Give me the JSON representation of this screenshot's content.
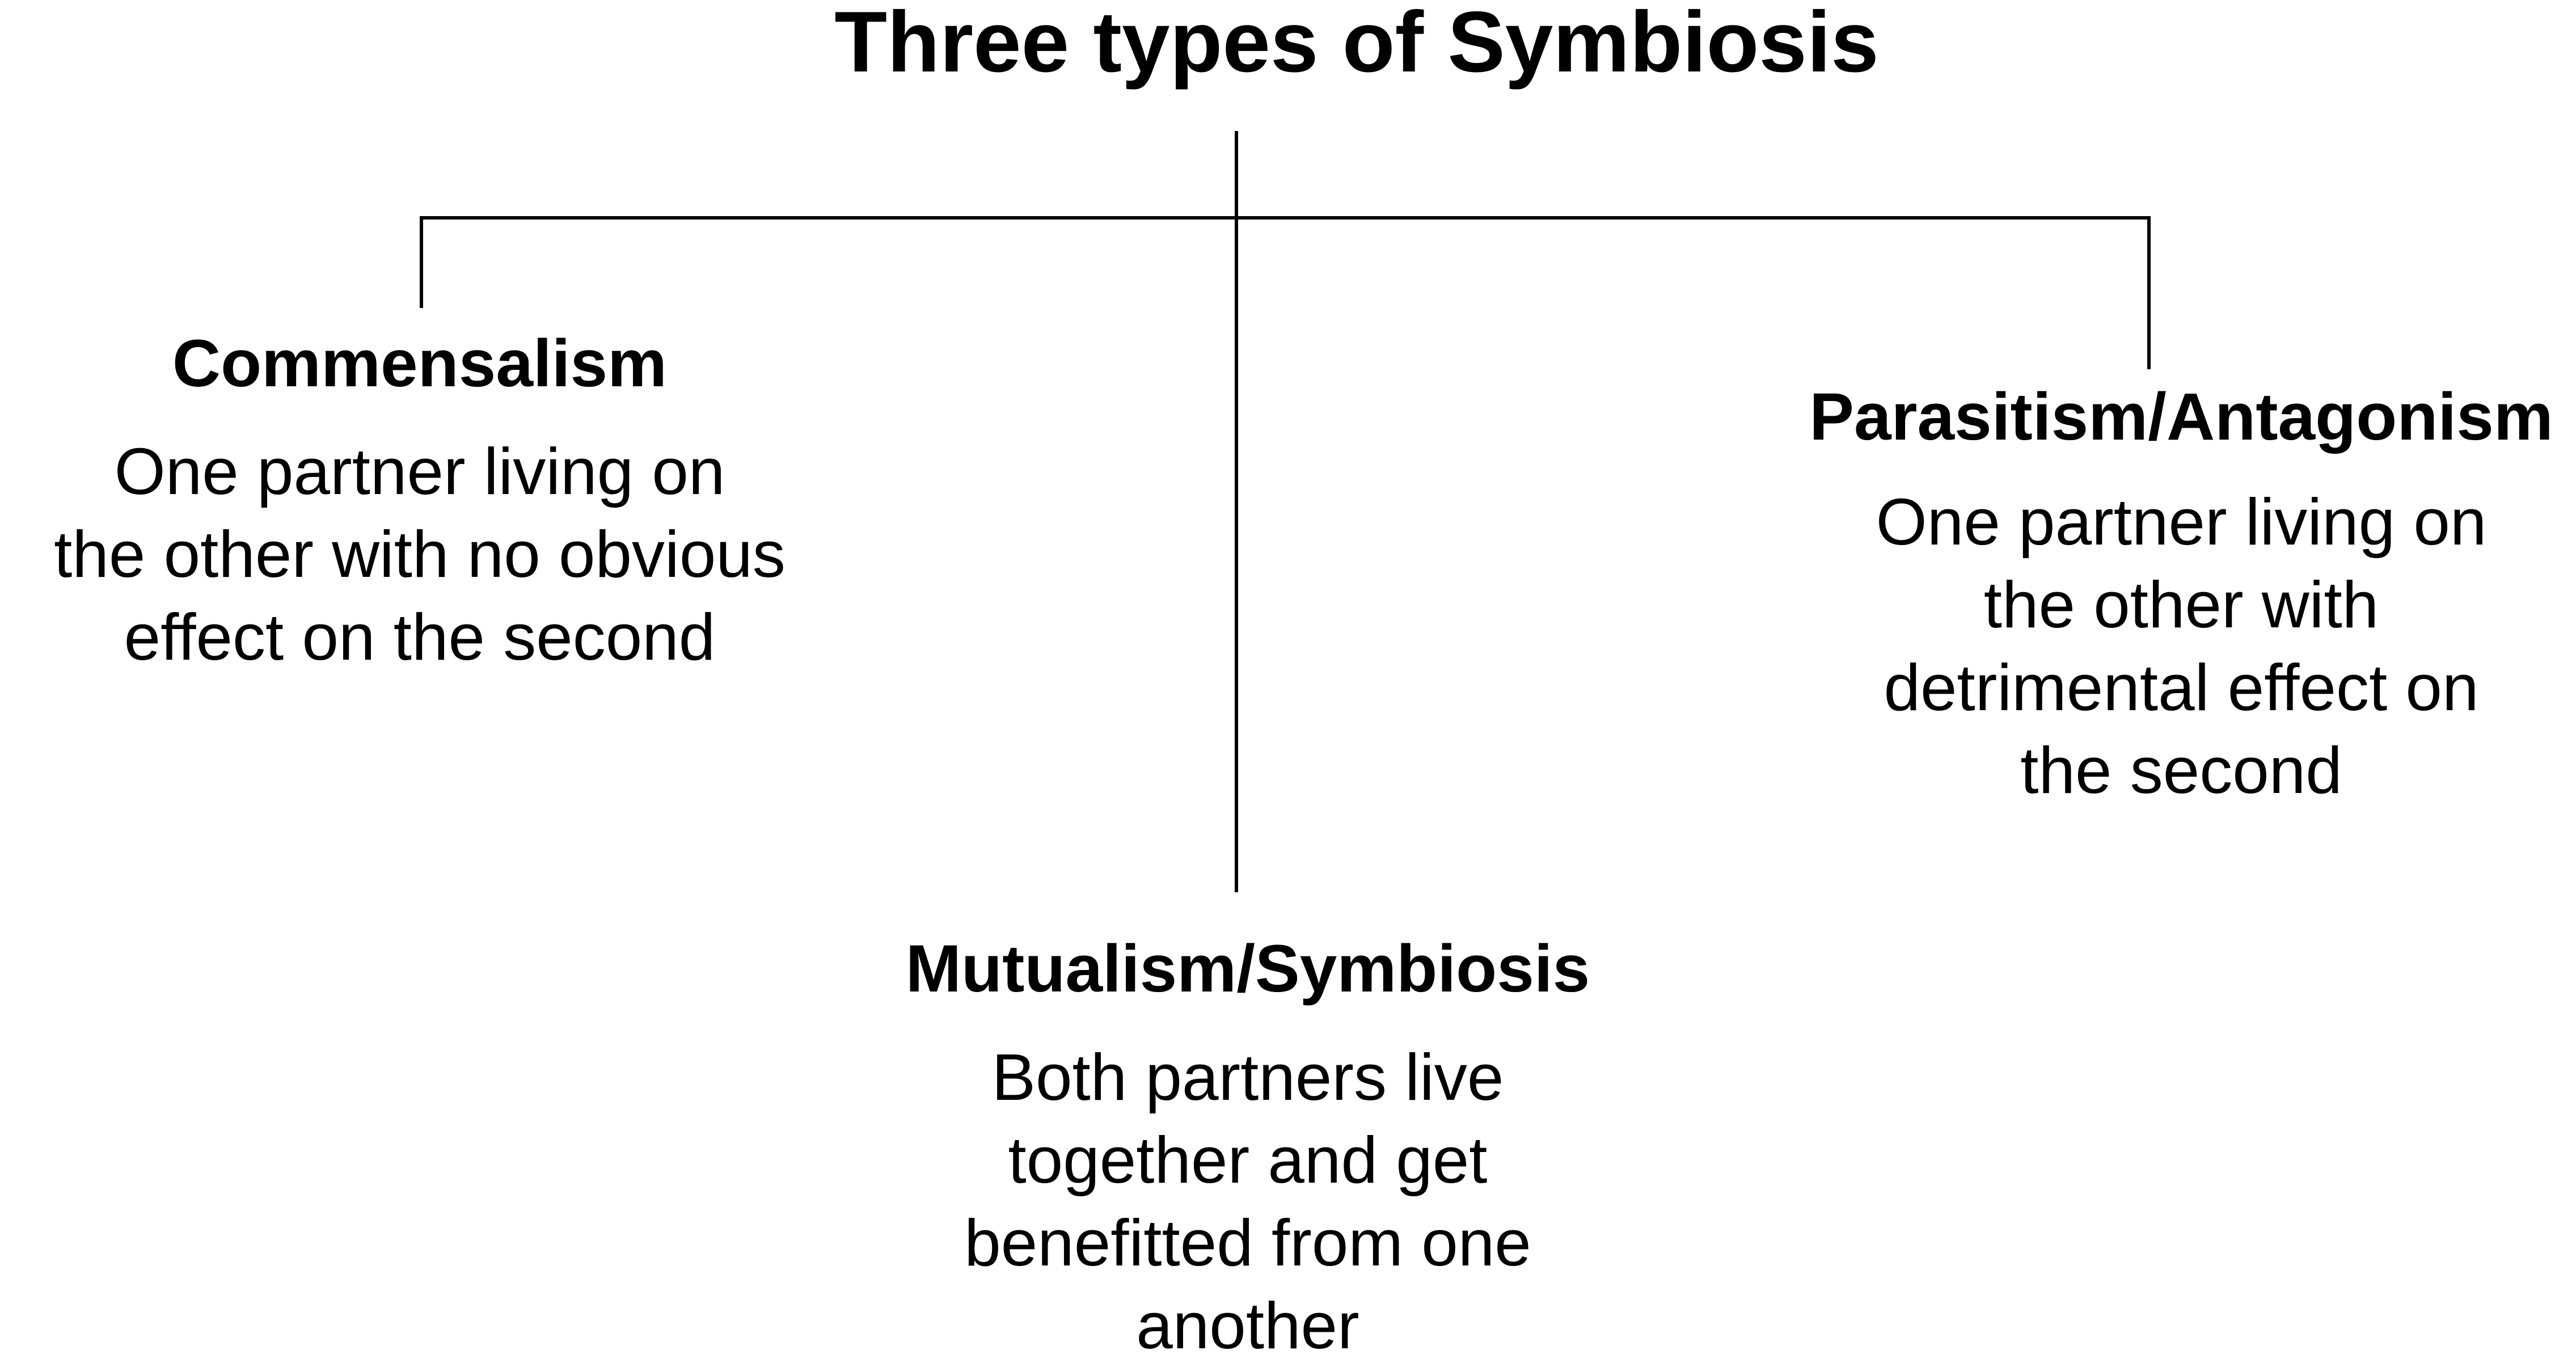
{
  "title": "Three types of Symbiosis",
  "nodes": {
    "commensalism": {
      "heading": "Commensalism",
      "description_lines": [
        "One partner living on",
        "the other with no obvious",
        "effect on the second"
      ]
    },
    "parasitism": {
      "heading": "Parasitism/Antagonism",
      "description_lines": [
        "One partner living on",
        "the other with",
        "detrimental effect on",
        "the second"
      ]
    },
    "mutualism": {
      "heading": "Mutualism/Symbiosis",
      "description_lines": [
        "Both partners live",
        "together and get",
        "benefitted from one",
        "another"
      ]
    }
  },
  "colors": {
    "background": "#ffffff",
    "text": "#000000",
    "lines": "#000000"
  }
}
